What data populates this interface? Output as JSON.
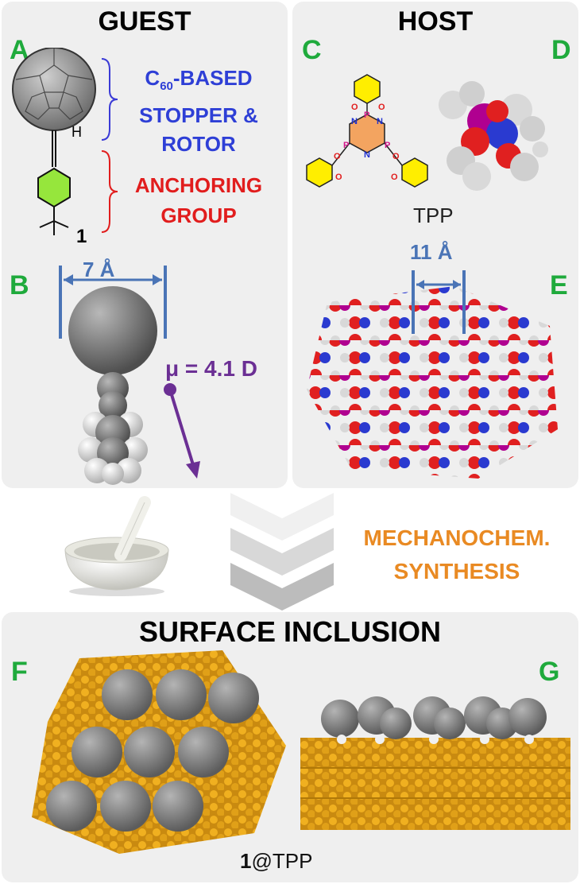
{
  "guest_panel": {
    "title": "GUEST",
    "label_a": "A",
    "label_b": "B",
    "stopper_line1_prefix": "C",
    "stopper_line1_sub": "60",
    "stopper_line1_suffix": "-BASED",
    "stopper_line2": "STOPPER &",
    "stopper_line3": "ROTOR",
    "anchor_line1": "ANCHORING",
    "anchor_line2": "GROUP",
    "h_label": "H",
    "compound_number": "1",
    "width_label": "7 Å",
    "dipole_label": "μ = 4.1 D"
  },
  "host_panel": {
    "title": "HOST",
    "label_c": "C",
    "label_d": "D",
    "label_e": "E",
    "compound_name": "TPP",
    "pore_label": "11 Å"
  },
  "process": {
    "line1": "MECHANOCHEM.",
    "line2": "SYNTHESIS"
  },
  "surface_panel": {
    "title": "SURFACE INCLUSION",
    "label_f": "F",
    "label_g": "G",
    "caption_number": "1",
    "caption_suffix": "@TPP"
  },
  "colors": {
    "panel_bg": "#efefef",
    "letter_green": "#1faa3c",
    "stopper_blue": "#2e3fd6",
    "anchor_red": "#e11d1d",
    "process_orange": "#e98a23",
    "dipole_purple": "#6b2f94",
    "dimension_blue": "#4a74b6",
    "host_gold": "#dca020",
    "fullerene_gray": "#8c8c8c"
  }
}
